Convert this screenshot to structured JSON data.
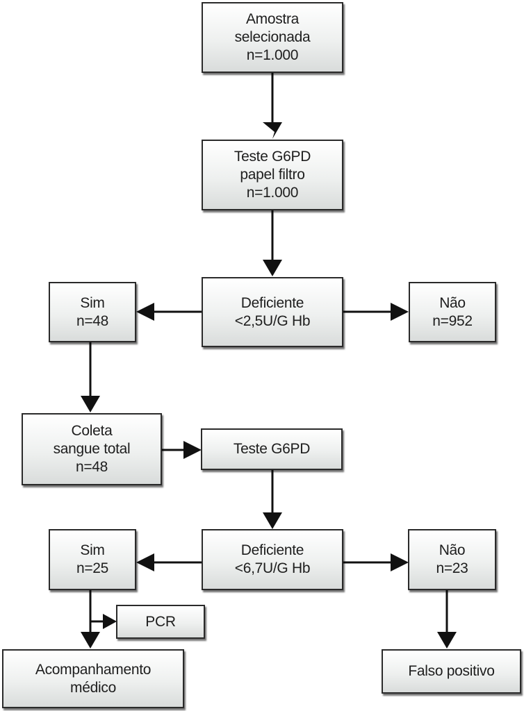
{
  "diagram": {
    "type": "flowchart",
    "nodes": {
      "sample": {
        "lines": [
          "Amostra",
          "selecionada",
          "n=1.000"
        ]
      },
      "test1": {
        "lines": [
          "Teste G6PD",
          "papel filtro",
          "n=1.000"
        ]
      },
      "deficient1": {
        "lines": [
          "Deficiente",
          "<2,5U/G Hb"
        ]
      },
      "yes1": {
        "lines": [
          "Sim",
          "n=48"
        ]
      },
      "no1": {
        "lines": [
          "Não",
          "n=952"
        ]
      },
      "collection": {
        "lines": [
          "Coleta",
          "sangue total",
          "n=48"
        ]
      },
      "test2": {
        "lines": [
          "Teste G6PD"
        ]
      },
      "deficient2": {
        "lines": [
          "Deficiente",
          "<6,7U/G Hb"
        ]
      },
      "yes2": {
        "lines": [
          "Sim",
          "n=25"
        ]
      },
      "no2": {
        "lines": [
          "Não",
          "n=23"
        ]
      },
      "pcr": {
        "lines": [
          "PCR"
        ]
      },
      "followup": {
        "lines": [
          "Acompanhamento",
          "médico"
        ]
      },
      "falsepos": {
        "lines": [
          "Falso positivo"
        ]
      }
    },
    "edges": [
      [
        "sample",
        "test1"
      ],
      [
        "test1",
        "deficient1"
      ],
      [
        "deficient1",
        "yes1"
      ],
      [
        "deficient1",
        "no1"
      ],
      [
        "yes1",
        "collection"
      ],
      [
        "collection",
        "test2"
      ],
      [
        "test2",
        "deficient2"
      ],
      [
        "deficient2",
        "yes2"
      ],
      [
        "deficient2",
        "no2"
      ],
      [
        "yes2",
        "pcr"
      ],
      [
        "yes2",
        "followup"
      ],
      [
        "no2",
        "falsepos"
      ]
    ],
    "colors": {
      "box_border": "#2a2a2a",
      "arrow": "#111111",
      "text": "#1e1e1e"
    }
  }
}
